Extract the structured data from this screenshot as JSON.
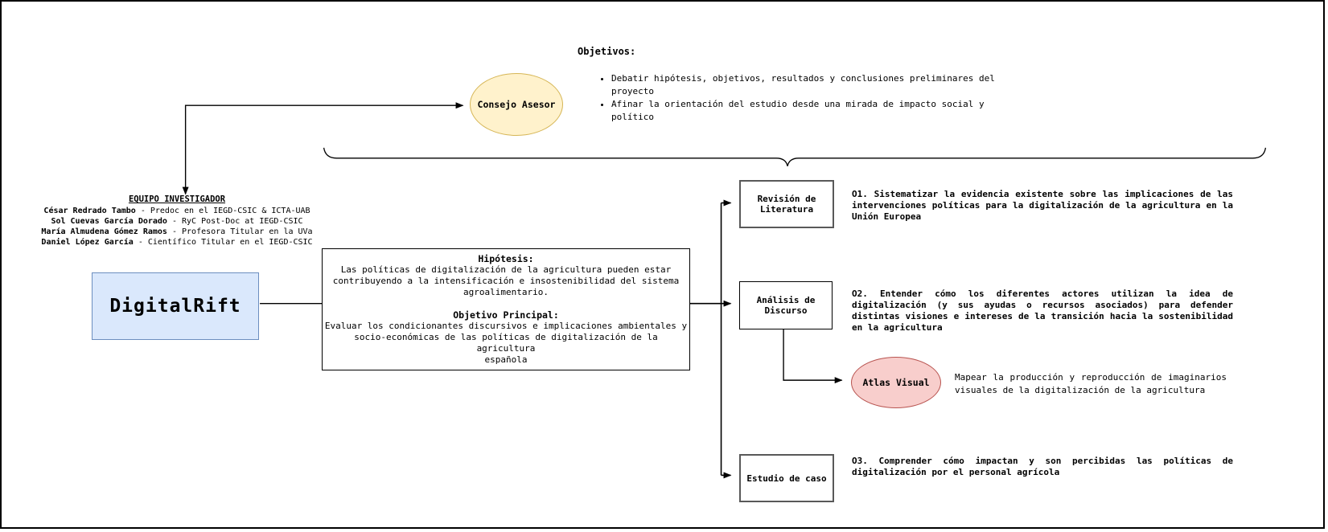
{
  "colors": {
    "advisory_fill": "#FFF2CC",
    "advisory_stroke": "#D6B656",
    "project_fill": "#DAE8FC",
    "project_stroke": "#6C8EBF",
    "atlas_fill": "#F8CECC",
    "atlas_stroke": "#B85450"
  },
  "project": {
    "label": "DigitalRift"
  },
  "advisory": {
    "node_label": "Consejo Asesor",
    "objectives_title": "Objetivos:",
    "objectives": [
      "Debatir hipótesis, objetivos, resultados y conclusiones preliminares del proyecto",
      "Afinar la orientación del estudio desde una mirada de impacto social y político"
    ]
  },
  "team": {
    "title": "EQUIPO INVESTIGADOR",
    "separator": " - ",
    "members": [
      {
        "name": "César Redrado Tambo",
        "role": "Predoc en el IEGD-CSIC & ICTA-UAB"
      },
      {
        "name": "Sol Cuevas García Dorado",
        "role": "RyC Post-Doc at IEGD-CSIC"
      },
      {
        "name": "María Almudena Gómez Ramos",
        "role": "Profesora Titular en la UVa"
      },
      {
        "name": "Daniel López García",
        "role": "Científico Titular en el IEGD-CSIC"
      }
    ]
  },
  "central": {
    "hypothesis_title": "Hipótesis:",
    "hypothesis_body": "Las políticas de digitalización de la agricultura pueden estar\ncontribuyendo a la intensificación e insostenibilidad del sistema\nagroalimentario.",
    "objective_title": "Objetivo Principal:",
    "objective_body": "Evaluar los condicionantes discursivos e implicaciones ambientales y\nsocio-económicas de las políticas de digitalización de la agricultura\nespañola"
  },
  "methods": {
    "literature": {
      "label": "Revisión de\nLiteratura",
      "outcome": "O1. Sistematizar la evidencia existente sobre las implicaciones de las intervenciones políticas para la digitalización de la agricultura en la Unión Europea"
    },
    "discourse": {
      "label": "Análisis de\nDiscurso",
      "outcome": "O2. Entender cómo los diferentes actores utilizan la idea de digitalización (y sus ayudas o recursos asociados) para defender distintas visiones e intereses de la transición hacia la sostenibilidad en la agricultura"
    },
    "case_study": {
      "label": "Estudio de caso",
      "outcome": "O3. Comprender cómo impactan y son percibidas las políticas de digitalización por el personal agrícola"
    },
    "atlas": {
      "label": "Atlas Visual",
      "caption": "Mapear la producción y reproducción de imaginarios visuales de la digitalización de la agricultura"
    }
  }
}
